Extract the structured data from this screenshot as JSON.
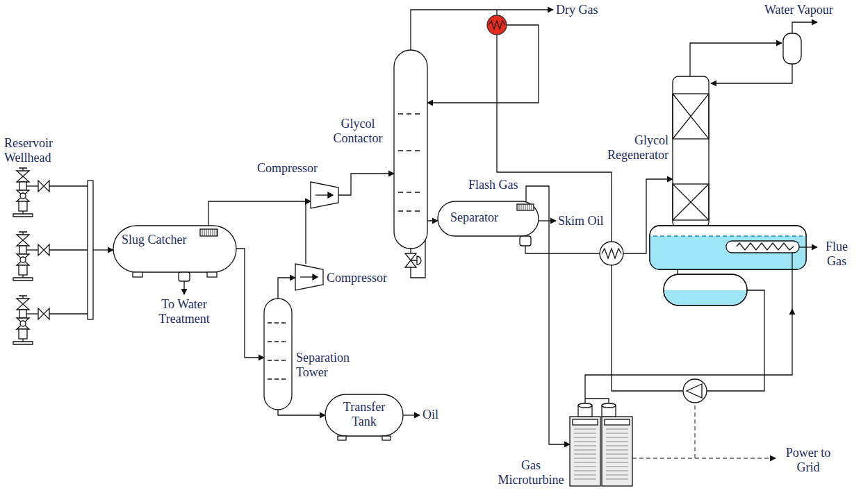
{
  "diagram": {
    "nodes": [
      {
        "text": [
          "Reservoir Wellhead"
        ]
      },
      {
        "text": [
          "Slug Catcher"
        ]
      },
      {
        "text": [
          "Compressor"
        ]
      },
      {
        "text": [
          "Glycol Contactor"
        ]
      },
      {
        "text": [
          "Compressor"
        ]
      },
      {
        "text": [
          "Separation Tower"
        ]
      },
      {
        "text": [
          "Transfer Tank"
        ]
      },
      {
        "text": [
          "Separator"
        ]
      },
      {
        "text": [
          "Glycol Regenerator"
        ]
      },
      {
        "text": [
          "Gas Microturbine"
        ]
      }
    ],
    "edges": [
      {
        "from": 0,
        "to": 1,
        "arrow": "to"
      },
      {
        "from": 1,
        "to": 2,
        "arrow": "to"
      },
      {
        "from": 1,
        "to": 5,
        "arrow": "to"
      },
      {
        "from": 5,
        "to": 4,
        "arrow": "to"
      },
      {
        "from": 4,
        "to": 2,
        "arrow": "to"
      },
      {
        "from": 2,
        "to": 3,
        "arrow": "to"
      },
      {
        "from": 5,
        "to": 6,
        "arrow": "to"
      },
      {
        "from": 3,
        "to": 7,
        "arrow": "to"
      },
      {
        "from": 7,
        "to": 8,
        "arrow": "to"
      },
      {
        "from": 7,
        "to": 9,
        "arrow": "to"
      },
      {
        "from": 8,
        "to": 3,
        "arrow": "to"
      },
      {
        "from": 9,
        "to": 8,
        "arrow": "to"
      }
    ],
    "labels": [
      "To Water Treatment",
      "Oil",
      "Dry Gas",
      "Water Vapour",
      "Flash Gas",
      "Skim Oil",
      "Flue Gas",
      "Power to Grid"
    ]
  }
}
